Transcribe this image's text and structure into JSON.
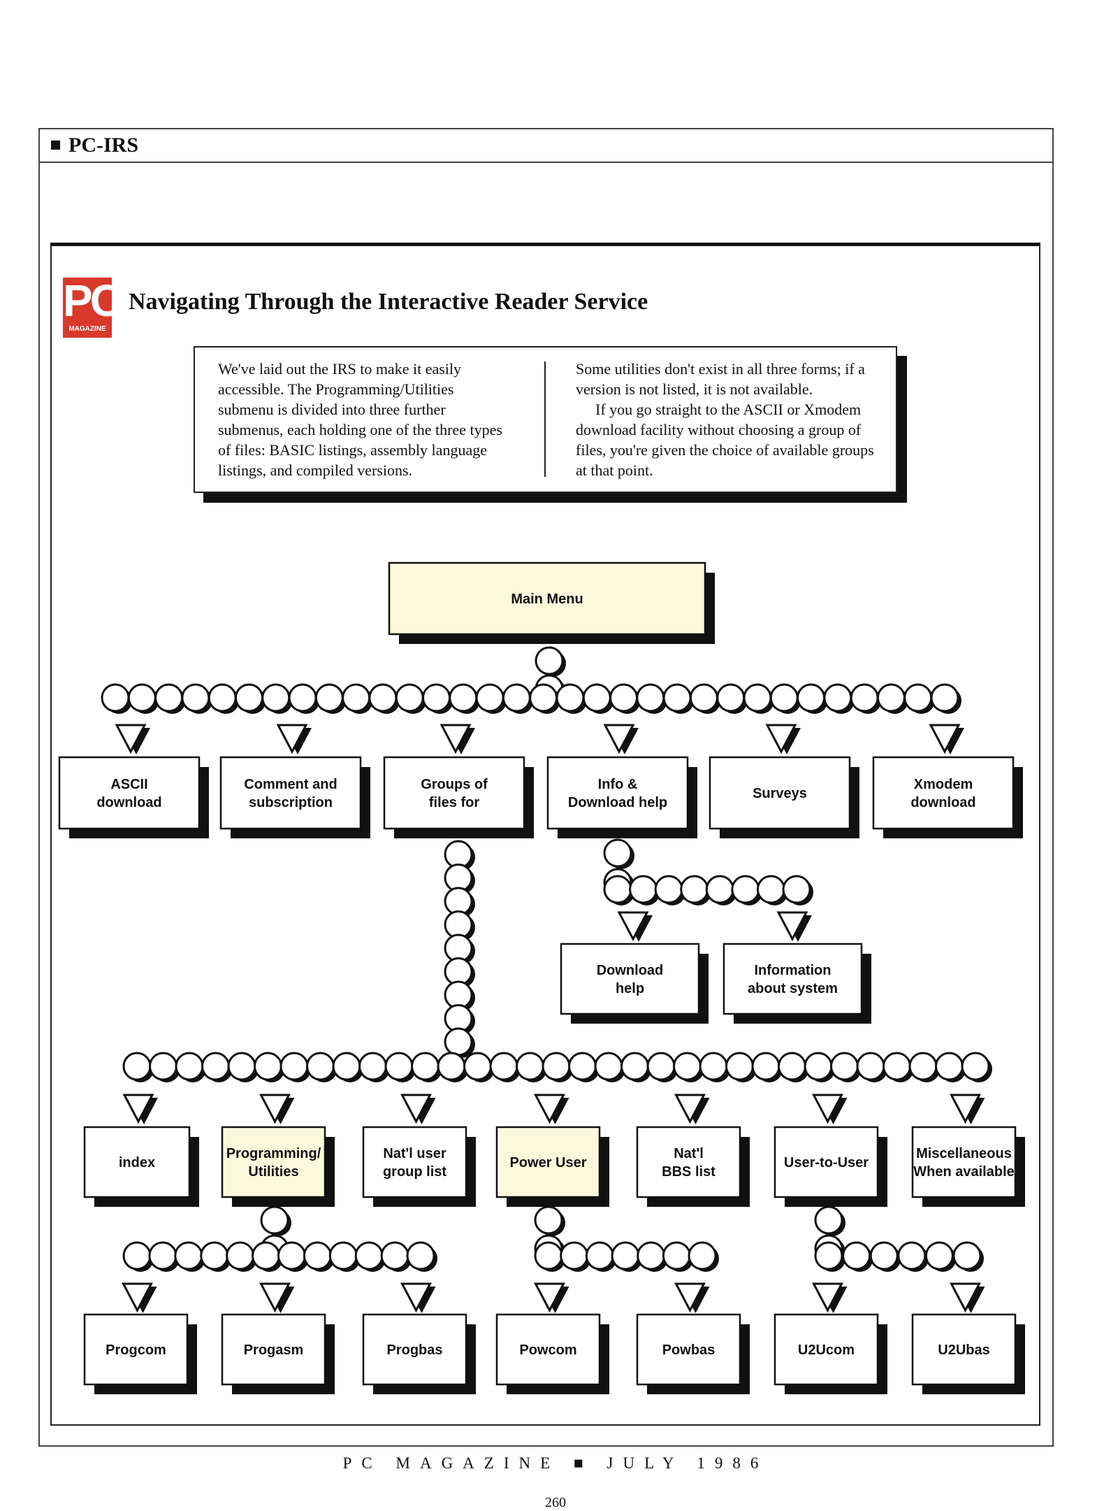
{
  "section": {
    "label": "PC-IRS"
  },
  "logo": {
    "big": "PC",
    "small": "MAGAZINE"
  },
  "title": "Navigating Through the Interactive Reader Service",
  "intro": {
    "left": "We've laid out the IRS to make it easily accessible. The Programming/Utilities submenu is divided into three further submenus, each holding one of the three types of files: BASIC listings, assembly language listings, and compiled versions.",
    "right_p1": "Some utilities don't exist in all three forms; if a version is not listed, it is not available.",
    "right_p2": "If you go straight to the ASCII or Xmodem download facility without choosing a group of files, you're given the choice of available groups at that point."
  },
  "diagram": {
    "main": [
      "Main Menu"
    ],
    "level1": [
      [
        "ASCII",
        "download"
      ],
      [
        "Comment and",
        "subscription"
      ],
      [
        "Groups of",
        "files for"
      ],
      [
        "Info &",
        "Download help"
      ],
      [
        "Surveys"
      ],
      [
        "Xmodem",
        "download"
      ]
    ],
    "info_sub": [
      [
        "Download",
        "help"
      ],
      [
        "Information",
        "about system"
      ]
    ],
    "groups": [
      [
        "index"
      ],
      [
        "Programming/",
        "Utilities"
      ],
      [
        "Nat'l user",
        "group list"
      ],
      [
        "Power User"
      ],
      [
        "Nat'l",
        "BBS list"
      ],
      [
        "User-to-User"
      ],
      [
        "Miscellaneous",
        "When available"
      ]
    ],
    "leaves": [
      [
        "Progcom"
      ],
      [
        "Progasm"
      ],
      [
        "Progbas"
      ],
      [
        "Powcom"
      ],
      [
        "Powbas"
      ],
      [
        "U2Ucom"
      ],
      [
        "U2Ubas"
      ]
    ]
  },
  "footer": {
    "magazine": "PC MAGAZINE ■ JULY 1986",
    "page": "260"
  },
  "colors": {
    "highlight": "#fbf9dc",
    "logo": "#d8392a",
    "ink": "#111111"
  }
}
